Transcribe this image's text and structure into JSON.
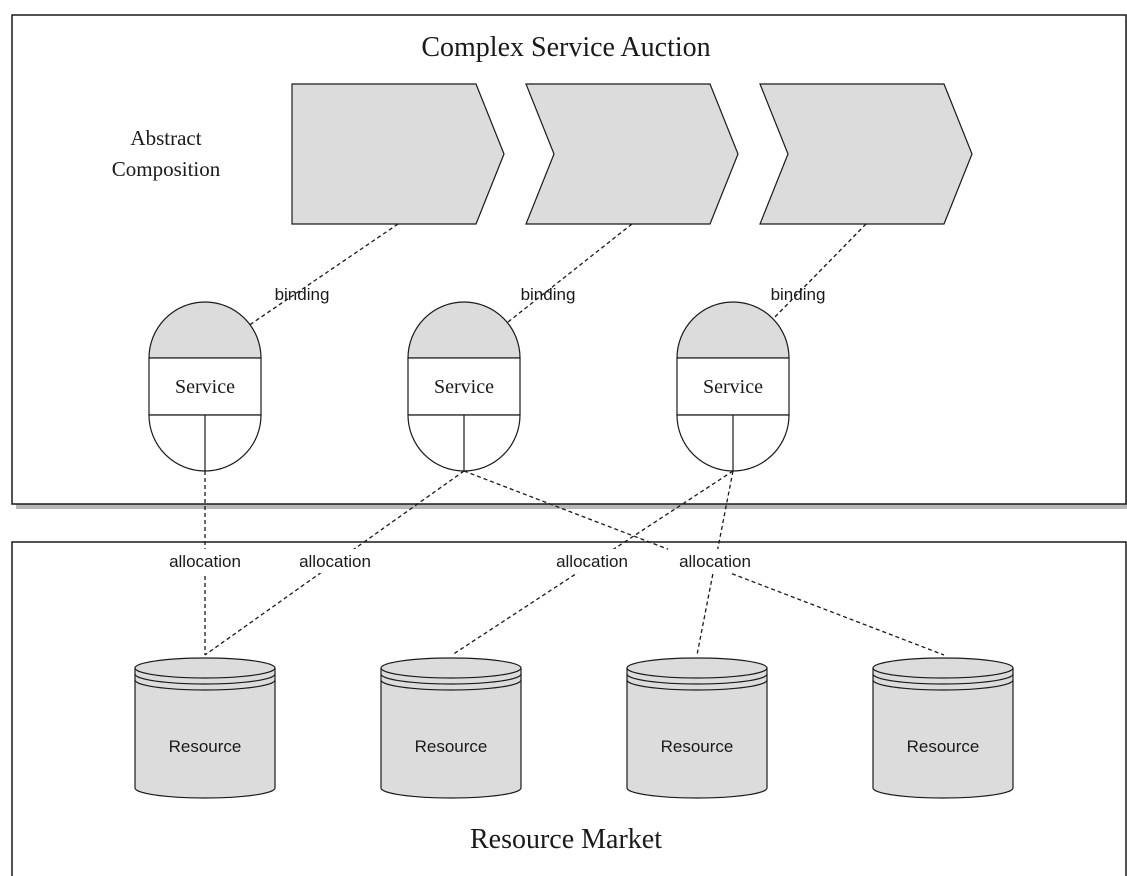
{
  "panels": {
    "top_title": "Complex Service Auction",
    "bottom_title": "Resource Market"
  },
  "composition": {
    "label_line1": "Abstract",
    "label_line2": "Composition",
    "steps": 3
  },
  "services": [
    {
      "label": "Service"
    },
    {
      "label": "Service"
    },
    {
      "label": "Service"
    }
  ],
  "bindings": [
    {
      "label": "binding"
    },
    {
      "label": "binding"
    },
    {
      "label": "binding"
    }
  ],
  "allocations": [
    {
      "label": "allocation"
    },
    {
      "label": "allocation"
    },
    {
      "label": "allocation"
    },
    {
      "label": "allocation"
    }
  ],
  "resources": [
    {
      "label": "Resource"
    },
    {
      "label": "Resource"
    },
    {
      "label": "Resource"
    },
    {
      "label": "Resource"
    }
  ],
  "colors": {
    "shape_fill": "#dcdcdc",
    "stroke": "#1a1a1a",
    "panel_shadow": "#b8b8b8"
  }
}
